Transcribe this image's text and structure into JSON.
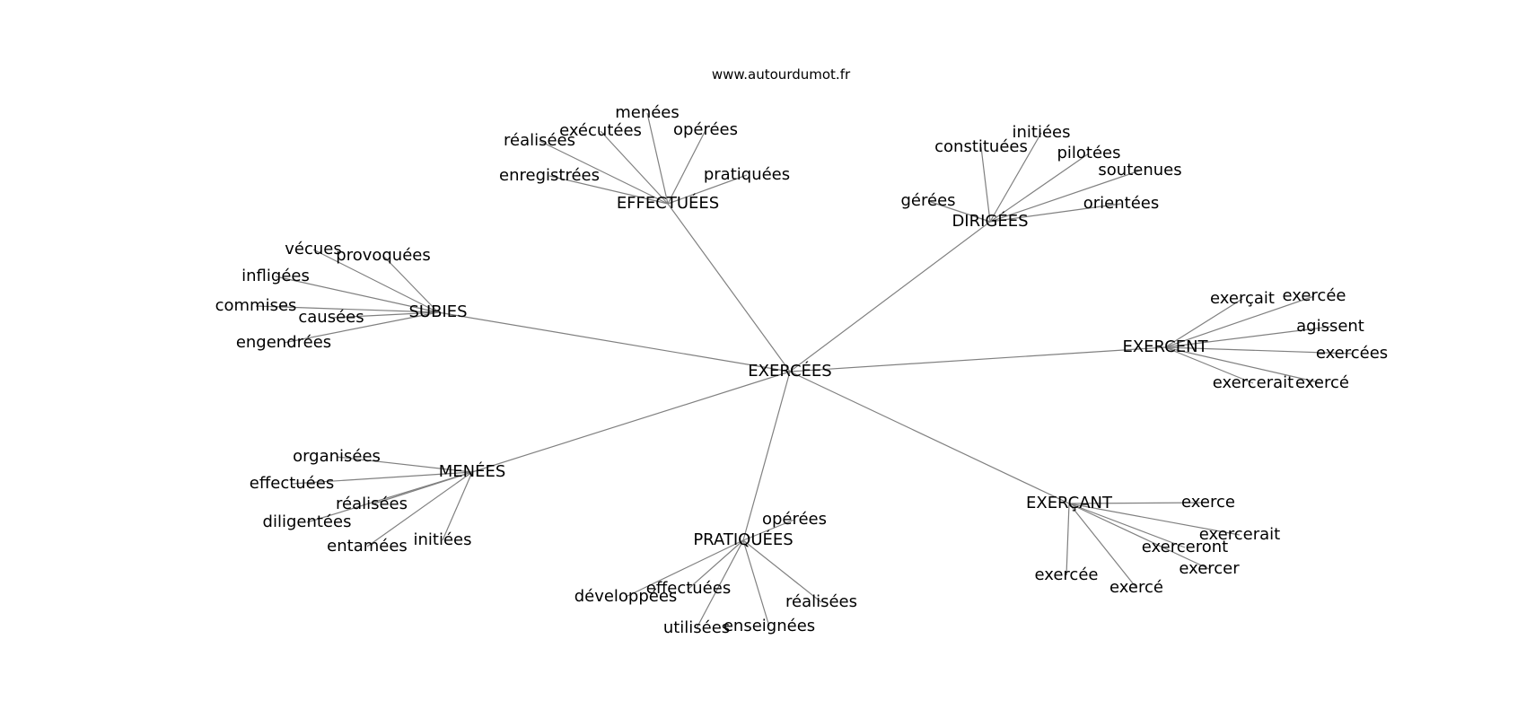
{
  "source": "www.autourdumot.fr",
  "graph": {
    "center": "EXERCÉES",
    "groups": [
      {
        "label": "EFFECTUÉES",
        "words": [
          "réalisées",
          "exécutées",
          "menées",
          "opérées",
          "enregistrées",
          "pratiquées"
        ]
      },
      {
        "label": "DIRIGÉES",
        "words": [
          "constituées",
          "initiées",
          "pilotées",
          "soutenues",
          "gérées",
          "orientées"
        ]
      },
      {
        "label": "SUBIES",
        "words": [
          "vécues",
          "provoquées",
          "infligées",
          "commises",
          "causées",
          "engendrées"
        ]
      },
      {
        "label": "EXERCENT",
        "words": [
          "exerçait",
          "exercée",
          "agissent",
          "exercées",
          "exercerait",
          "exercé"
        ]
      },
      {
        "label": "MENÉES",
        "words": [
          "organisées",
          "effectuées",
          "réalisées",
          "diligentées",
          "entamées",
          "initiées"
        ]
      },
      {
        "label": "PRATIQUÉES",
        "words": [
          "opérées",
          "développées",
          "effectuées",
          "réalisées",
          "utilisées",
          "enseignées"
        ]
      },
      {
        "label": "EXERÇANT",
        "words": [
          "exerce",
          "exercerait",
          "exerceront",
          "exercer",
          "exercée",
          "exercé"
        ]
      }
    ]
  }
}
